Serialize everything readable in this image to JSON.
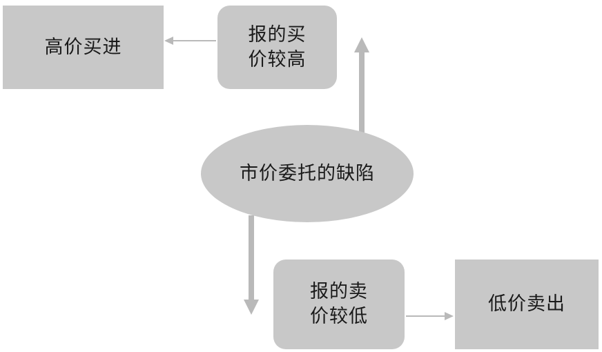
{
  "diagram": {
    "nodes": {
      "buy_high": {
        "lines": [
          "高价买进"
        ]
      },
      "bid_high": {
        "lines": [
          "报的买",
          "价较高"
        ]
      },
      "center": {
        "lines": [
          "市价委托的缺陷"
        ]
      },
      "ask_low": {
        "lines": [
          "报的卖",
          "价较低"
        ]
      },
      "sell_low": {
        "lines": [
          "低价卖出"
        ]
      }
    },
    "edges": [
      {
        "from": "bid_high",
        "to": "buy_high"
      },
      {
        "from": "center",
        "to": "bid_high"
      },
      {
        "from": "center",
        "to": "ask_low"
      },
      {
        "from": "ask_low",
        "to": "sell_low"
      }
    ],
    "colors": {
      "node_fill": "#c8c8c8",
      "text": "#1a1a1a",
      "arrow": "#b9b9b9",
      "background": "#ffffff"
    }
  }
}
